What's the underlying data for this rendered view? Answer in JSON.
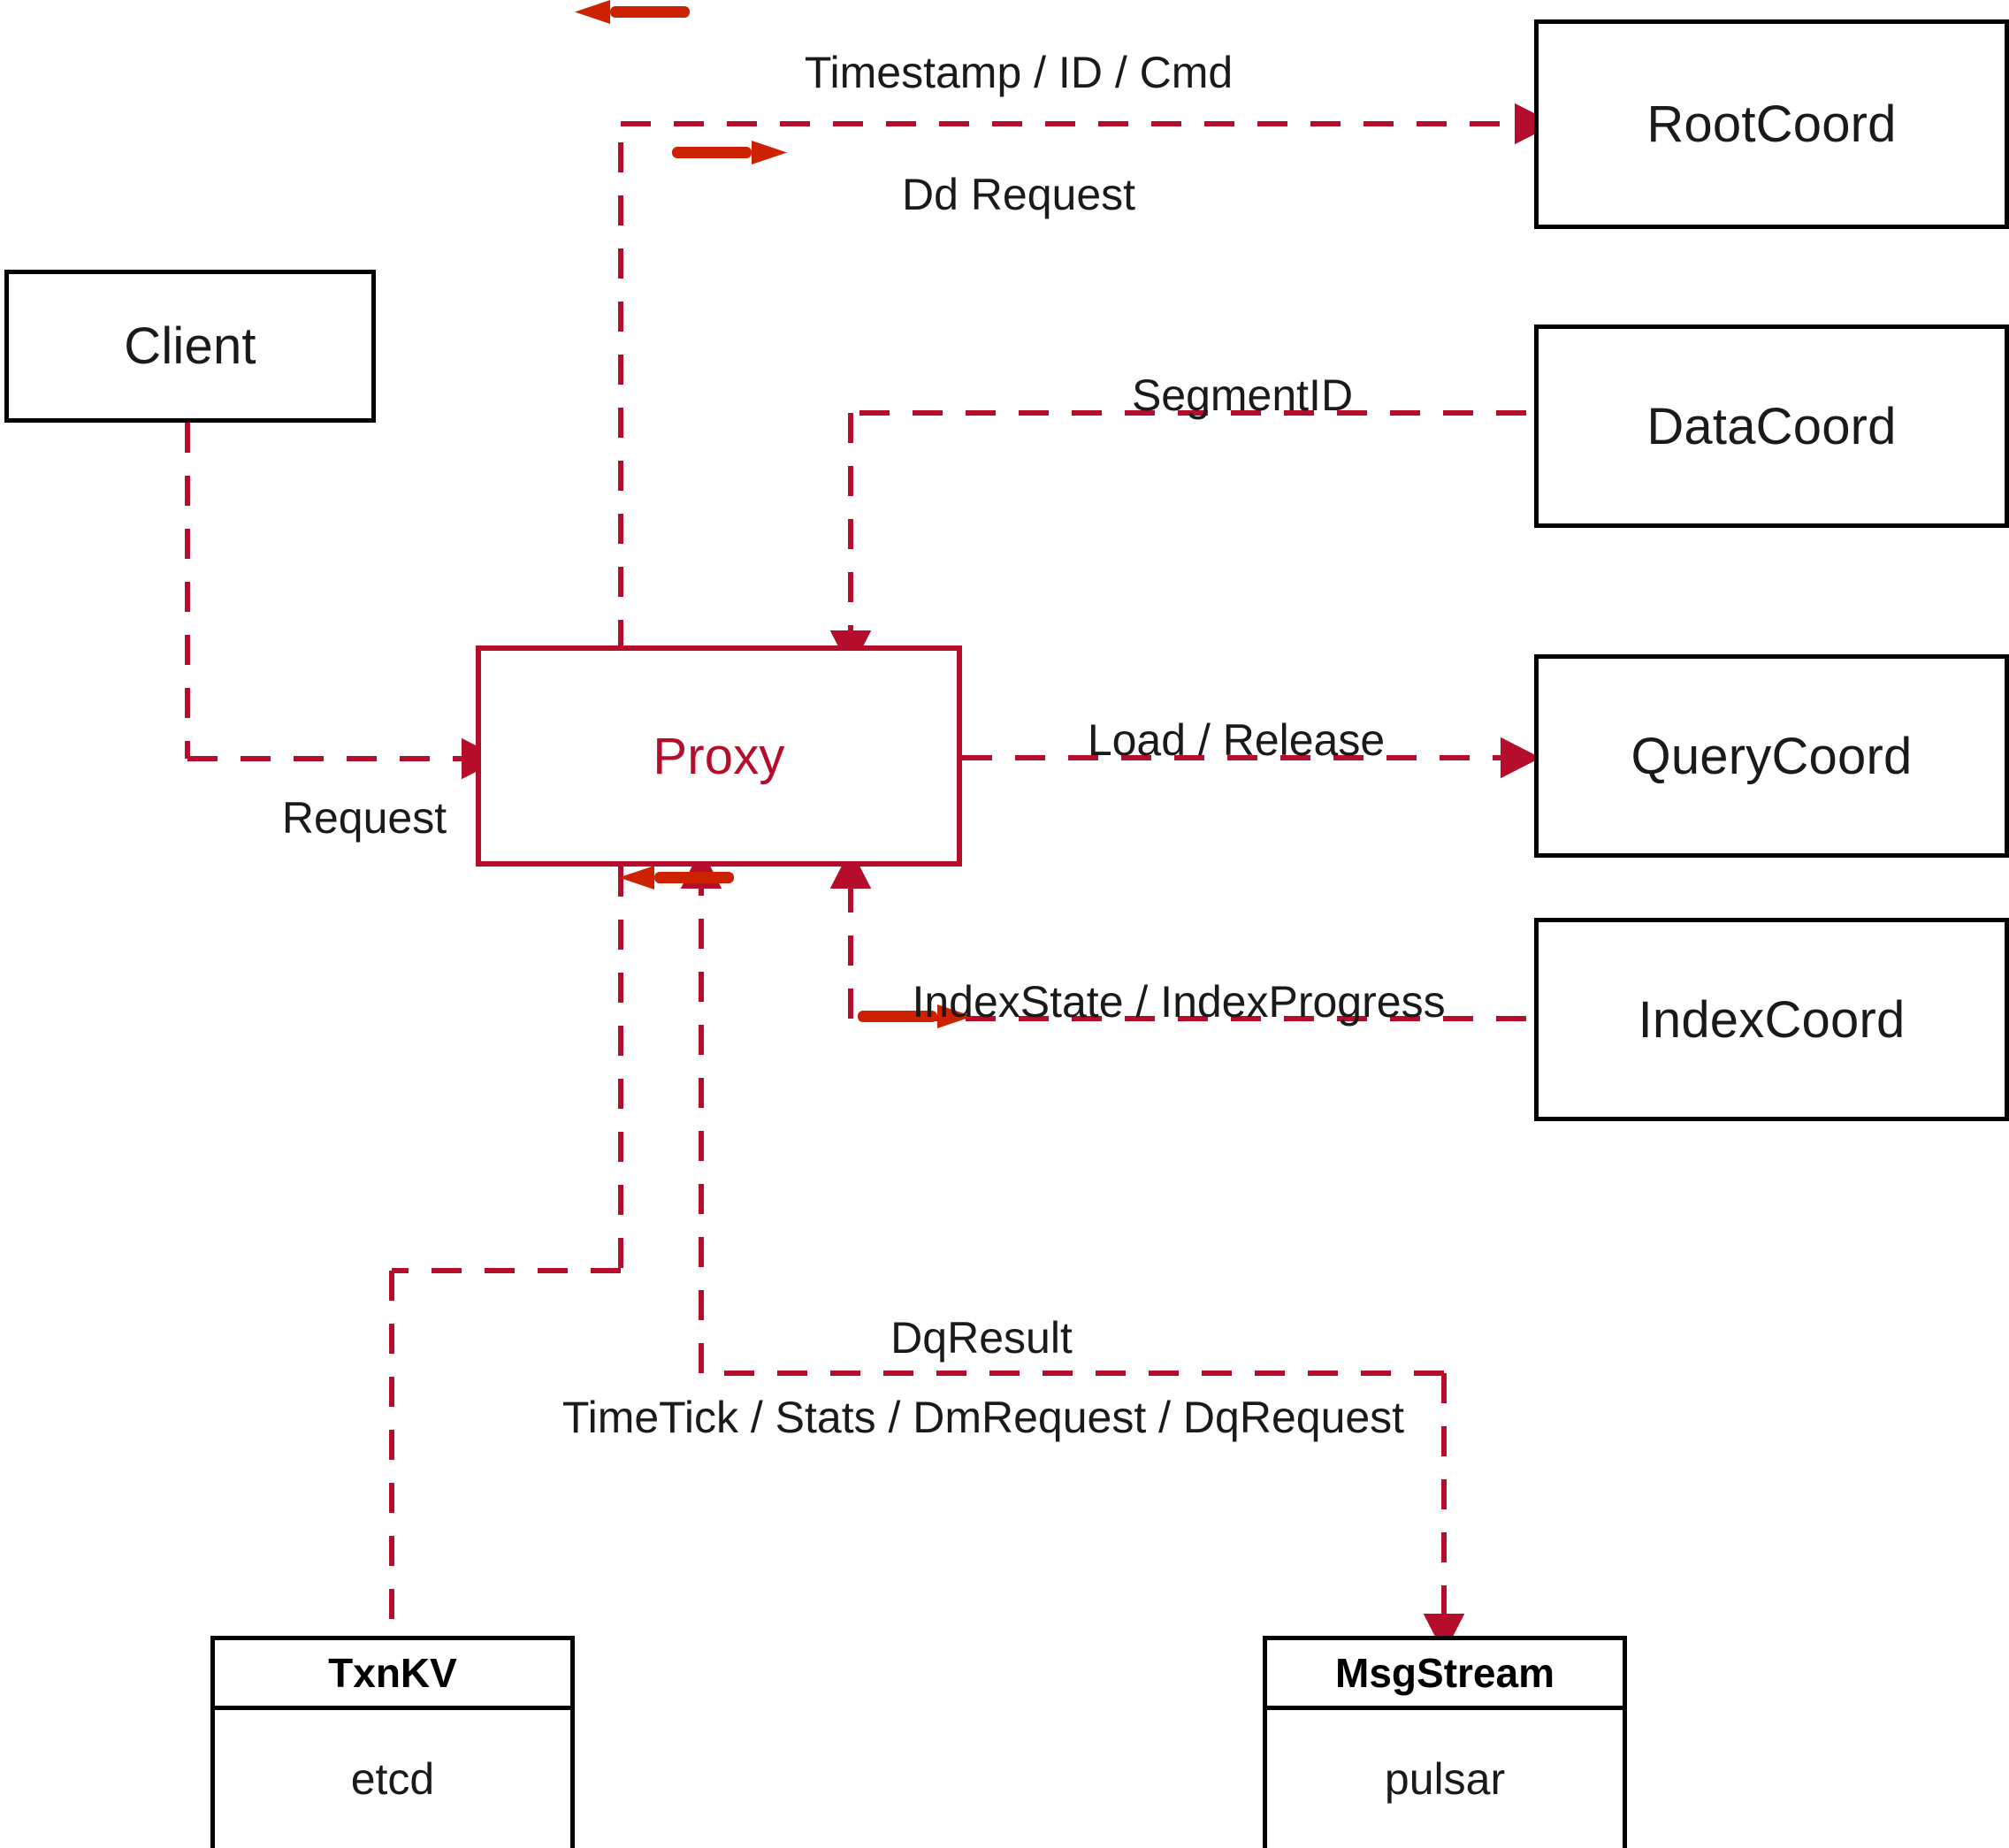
{
  "diagram": {
    "title": "Milvus Proxy interaction diagram",
    "colors": {
      "dashed_line": "#B50E2D",
      "solid_arrow": "#CC2200",
      "node_border": "#000000",
      "proxy_border": "#B50E2D",
      "proxy_text": "#B50E2D",
      "label_text": "#1a1a1a",
      "background": "#ffffff"
    }
  },
  "nodes": [
    {
      "id": "client",
      "label": "Client"
    },
    {
      "id": "proxy",
      "label": "Proxy"
    },
    {
      "id": "rootcoord",
      "label": "RootCoord"
    },
    {
      "id": "datacoord",
      "label": "DataCoord"
    },
    {
      "id": "querycoord",
      "label": "QueryCoord"
    },
    {
      "id": "indexcoord",
      "label": "IndexCoord"
    }
  ],
  "split_nodes": [
    {
      "id": "txnkv",
      "head": "TxnKV",
      "body": "etcd"
    },
    {
      "id": "msgstream",
      "head": "MsgStream",
      "body": "pulsar"
    }
  ],
  "edge_labels": [
    {
      "id": "timestamp-id-cmd",
      "text": "Timestamp / ID / Cmd"
    },
    {
      "id": "dd-request",
      "text": "Dd Request"
    },
    {
      "id": "segmentid",
      "text": "SegmentID"
    },
    {
      "id": "load-release",
      "text": "Load / Release"
    },
    {
      "id": "request",
      "text": "Request"
    },
    {
      "id": "indexstate",
      "text": "IndexState / IndexProgress"
    },
    {
      "id": "dqresult",
      "text": "DqResult"
    },
    {
      "id": "timetick",
      "text": "TimeTick / Stats / DmRequest / DqRequest"
    }
  ]
}
